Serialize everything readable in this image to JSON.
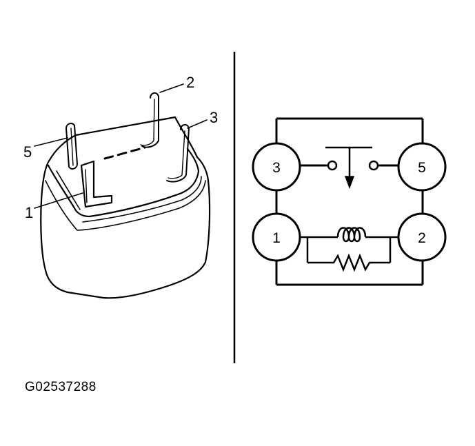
{
  "relay_pins": {
    "pin_1": "1",
    "pin_2": "2",
    "pin_3": "3",
    "pin_5": "5"
  },
  "schematic_terminals": {
    "t3": "3",
    "t5": "5",
    "t1": "1",
    "t2": "2"
  },
  "figure_code": "G02537288"
}
